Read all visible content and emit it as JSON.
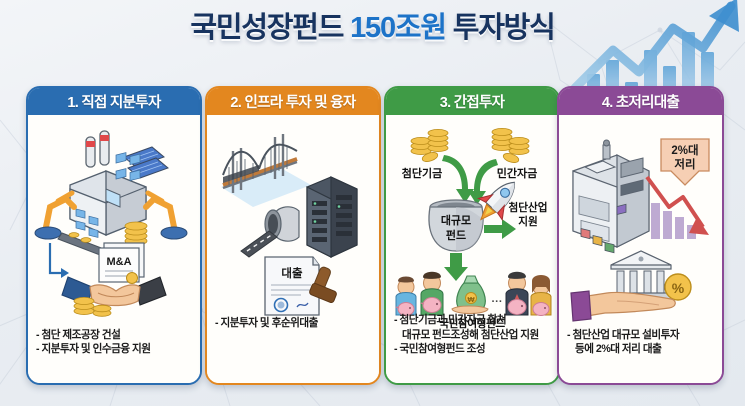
{
  "title": {
    "main": "국민성장펀드 ",
    "highlight": "150조원",
    "suffix": " 투자방식",
    "color_main": "#17335f",
    "color_highlight": "#1d73c8"
  },
  "background": {
    "hero_icon": "growth-arrow-bar-chart",
    "pattern": "polygon-network"
  },
  "cards": [
    {
      "number": "1.",
      "header": "1. 직접 지분투자",
      "accent": "#2a6db1",
      "art_icons": [
        "factory-icon",
        "solar-panel-icon",
        "robot-arm-icon",
        "coin-stack-icon",
        "handshake-icon",
        "arrow-down-icon"
      ],
      "art_labels": [
        "M&A"
      ],
      "lines": [
        "- 첨단 제조공장 건설",
        "- 지분투자 및 인수금융 지원"
      ]
    },
    {
      "number": "2.",
      "header": "2. 인프라 투자 및 융자",
      "accent": "#e3871f",
      "art_icons": [
        "bridge-icon",
        "tunnel-road-icon",
        "server-rack-icon",
        "document-icon",
        "stamp-icon"
      ],
      "art_labels": [
        "대출"
      ],
      "lines": [
        "- 지분투자 및 후순위대출"
      ]
    },
    {
      "number": "3.",
      "header": "3. 간접투자",
      "accent": "#3f9b46",
      "art_icons": [
        "coin-stack-icon",
        "arrow-curve-icon",
        "fund-pot-icon",
        "rocket-icon",
        "money-bag-icon",
        "people-piggybank-icon"
      ],
      "art_labels": [
        "첨단기금",
        "민간자금",
        "대규모\n펀드",
        "첨단산업\n지원",
        "국민참여형펀드"
      ],
      "art_label_list": [
        "첨단기금",
        "민간자금",
        "대규모",
        "펀드",
        "첨단산업",
        "지원",
        "국민참여형펀드"
      ],
      "lines": [
        "- 첨단기금과 민간자금 합쳐",
        "대규모 펀드조성해 첨단산업 지원",
        "- 국민참여형펀드 조성"
      ]
    },
    {
      "number": "4.",
      "header": "4. 초저리대출",
      "accent": "#8b4a96",
      "art_icons": [
        "semiconductor-equipment-icon",
        "declining-chart-icon",
        "down-arrow-badge-icon",
        "bank-icon",
        "percent-coin-icon",
        "hand-icon"
      ],
      "art_labels": [
        "2%대",
        "저리"
      ],
      "lines": [
        "- 첨단산업 대규모 설비투자",
        "등에 2%대 저리 대출"
      ]
    }
  ]
}
